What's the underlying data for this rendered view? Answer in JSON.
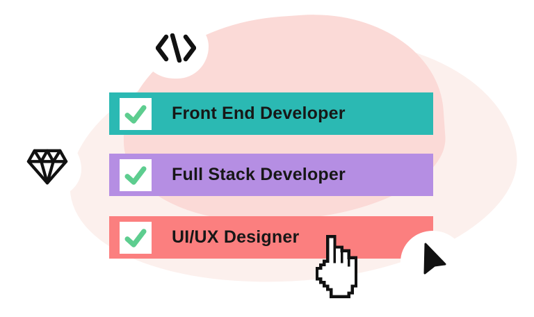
{
  "illustration": {
    "options": [
      {
        "label": "Front End Developer",
        "bar_color": "#2BB9B3",
        "checked": true
      },
      {
        "label": "Full Stack Developer",
        "bar_color": "#B58EE3",
        "checked": true
      },
      {
        "label": "UI/UX Designer",
        "bar_color": "#FB7F7F",
        "checked": true
      }
    ],
    "colors": {
      "green": "#5DCD8F",
      "blob_light": "#FCF0ED",
      "blob_dark": "#FBDAD7",
      "text": "#171717",
      "ink": "#111111",
      "white": "#FFFFFF"
    },
    "icons": {
      "code": "code-brackets-icon",
      "diamond": "diamond-icon",
      "arrow": "cursor-arrow-icon",
      "hand": "hand-pointer-cursor-icon",
      "check": "checkmark-icon"
    }
  }
}
